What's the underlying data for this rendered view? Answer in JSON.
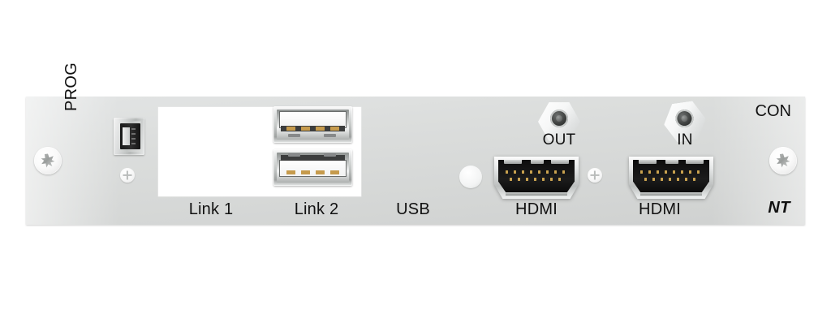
{
  "device": {
    "panel_label_top_right": "CON",
    "brand_logo": "NT",
    "panel_color": "#d9dbda",
    "background_color": "#ffffff"
  },
  "ports": [
    {
      "id": "prog",
      "label": "PROG",
      "type": "mini-usb-connector",
      "orientation": "vertical"
    },
    {
      "id": "link1",
      "label": "Link 1",
      "type": "blank-port"
    },
    {
      "id": "link2",
      "label": "Link 2",
      "type": "blank-port"
    },
    {
      "id": "usb",
      "label": "USB",
      "type": "usb-a-stacked",
      "count": 2
    },
    {
      "id": "hdmi-out",
      "label": "HDMI",
      "type": "hdmi-port"
    },
    {
      "id": "hdmi-in",
      "label": "HDMI",
      "type": "hdmi-port"
    }
  ],
  "connectors": [
    {
      "id": "out",
      "label": "OUT",
      "type": "hex-nut-coax"
    },
    {
      "id": "in",
      "label": "IN",
      "type": "hex-nut-coax"
    }
  ],
  "fasteners": [
    {
      "id": "screw-left",
      "type": "torx-screw"
    },
    {
      "id": "screw-right",
      "type": "torx-screw"
    },
    {
      "id": "screw-small-left",
      "type": "phillips-screw"
    },
    {
      "id": "screw-small-right",
      "type": "phillips-screw"
    }
  ],
  "indicators": [
    {
      "id": "blank-hole",
      "type": "round-blank"
    }
  ]
}
